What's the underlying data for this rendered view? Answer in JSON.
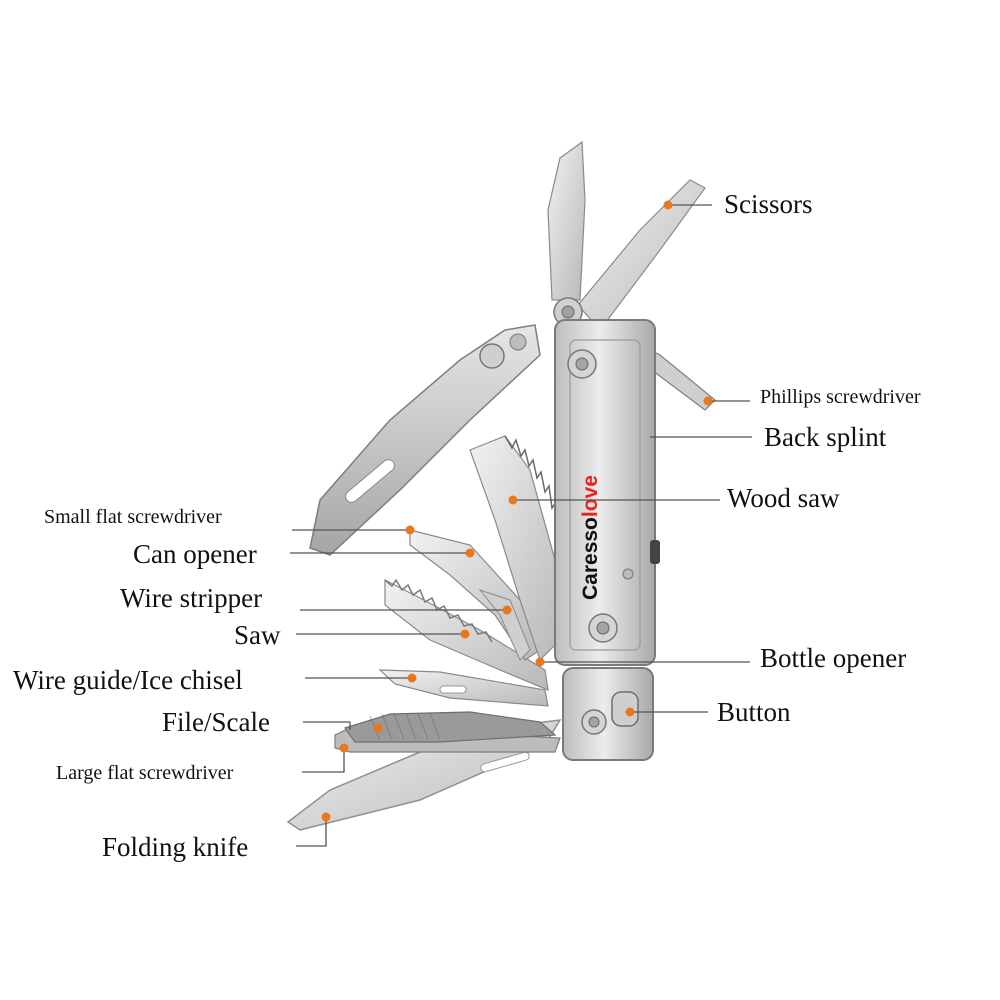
{
  "brand": {
    "part1": "Caresso",
    "part2": "love",
    "color_part1": "#111111",
    "color_part2": "#e8231d"
  },
  "colors": {
    "marker": "#e9771b",
    "leader": "#555555",
    "steel_light": "#d9d9d9",
    "steel_dark": "#8c8c8c"
  },
  "labels": {
    "scissors": "Scissors",
    "phillips_screwdriver": "Phillips screwdriver",
    "back_splint": "Back splint",
    "wood_saw": "Wood saw",
    "small_flat_screwdriver": "Small flat screwdriver",
    "can_opener": "Can opener",
    "wire_stripper": "Wire stripper",
    "saw": "Saw",
    "bottle_opener": "Bottle opener",
    "wire_guide_ice_chisel": "Wire guide/Ice chisel",
    "button": "Button",
    "file_scale": "File/Scale",
    "large_flat_screwdriver": "Large flat screwdriver",
    "folding_knife": "Folding knife"
  }
}
